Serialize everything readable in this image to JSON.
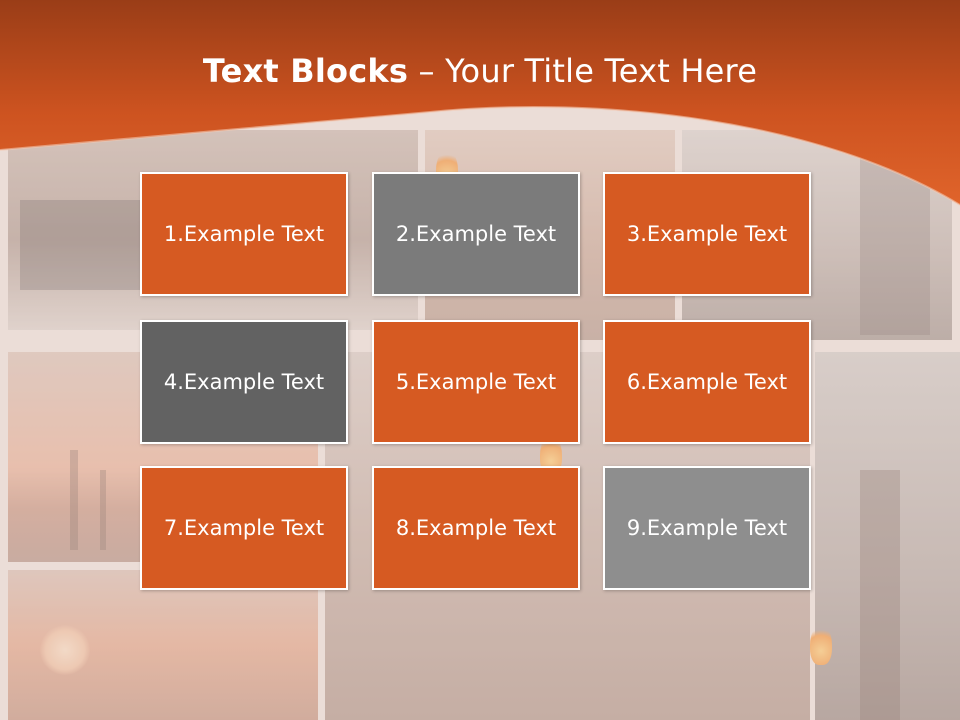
{
  "slide": {
    "title_bold": "Text Blocks",
    "title_dash": " – ",
    "title_rest": "Your Title Text Here"
  },
  "colors": {
    "header_orange": "#d65a22",
    "header_dark": "#9a3d17",
    "block_orange": "#d65a22",
    "block_gray": "#7b7b7b",
    "block_dark_gray": "#626262",
    "block_light_gray": "#8e8e8e"
  },
  "blocks": [
    {
      "label": "1.Example Text",
      "color": "orange"
    },
    {
      "label": "2.Example Text",
      "color": "gray"
    },
    {
      "label": "3.Example Text",
      "color": "orange"
    },
    {
      "label": "4.Example Text",
      "color": "dark-gray"
    },
    {
      "label": "5.Example Text",
      "color": "orange"
    },
    {
      "label": "6.Example Text",
      "color": "orange"
    },
    {
      "label": "7.Example Text",
      "color": "orange"
    },
    {
      "label": "8.Example Text",
      "color": "orange"
    },
    {
      "label": "9.Example Text",
      "color": "light-gray"
    }
  ]
}
